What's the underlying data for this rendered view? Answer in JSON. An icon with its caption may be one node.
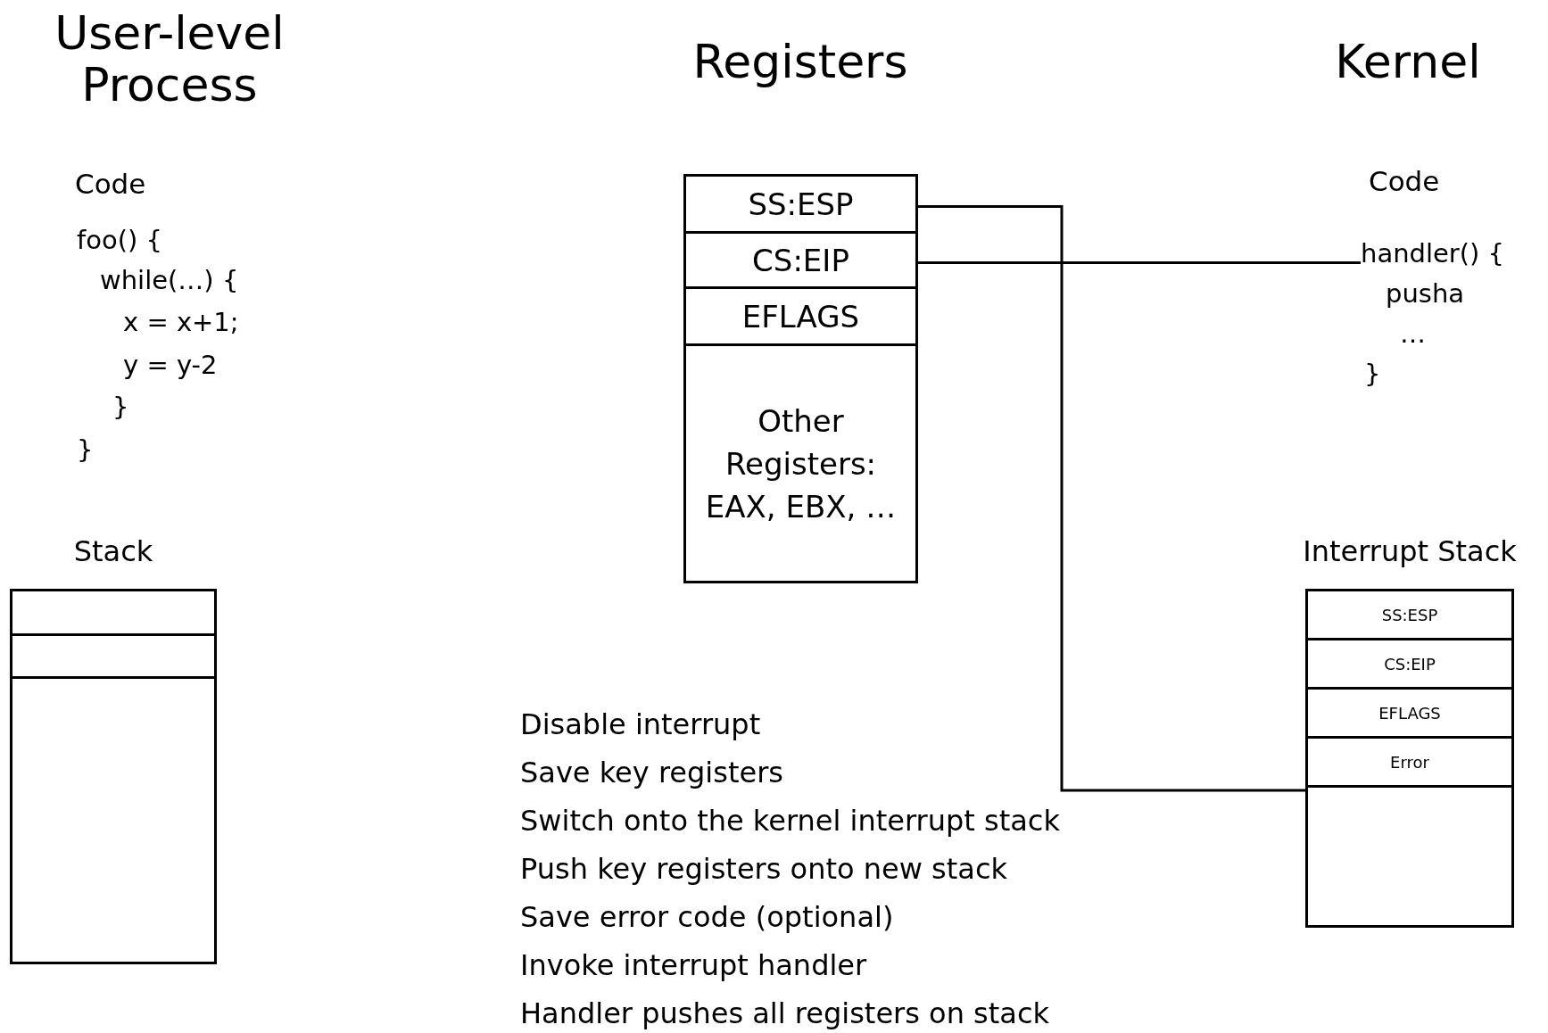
{
  "diagram": {
    "nodes": [
      {
        "text": [
          "Stack"
        ]
      },
      {
        "text": [],
        "shape": "box",
        "in": 0
      },
      {
        "text": [],
        "shape": "box",
        "in": 0
      },
      {
        "text": [],
        "shape": "box",
        "in": 0
      },
      {
        "text": [],
        "shape": "box"
      },
      {
        "text": [
          "SS:ESP"
        ],
        "in": 4
      },
      {
        "text": [
          "CS:EIP"
        ],
        "in": 4
      },
      {
        "text": [
          "EFLAGS"
        ],
        "in": 4
      },
      {
        "text": [
          "Other Registers: EAX, EBX, …"
        ],
        "in": 4
      },
      {
        "text": [
          "handler() {",
          "pusha",
          "…",
          "}"
        ]
      },
      {
        "text": [
          "Interrupt Stack"
        ]
      },
      {
        "text": [
          "SS:ESP"
        ],
        "in": 10
      },
      {
        "text": [
          "CS:EIP"
        ],
        "in": 10
      },
      {
        "text": [
          "EFLAGS"
        ],
        "in": 10
      },
      {
        "text": [
          "Error"
        ],
        "in": 10
      },
      {
        "text": [],
        "shape": "box",
        "in": 10
      }
    ],
    "edges": [
      {
        "from": 5,
        "to": 15,
        "arrow": "none"
      },
      {
        "from": 6,
        "to": 9,
        "arrow": "none"
      }
    ],
    "labels": [
      "User-level Process",
      "Registers",
      "Kernel",
      "Code",
      "foo() {",
      "while(…) {",
      "x = x+1;",
      "y = y-2",
      "}",
      "}",
      "Code",
      "Disable interrupt",
      "Save key registers",
      "Switch onto the kernel interrupt stack",
      "Push key registers onto new stack",
      "Save error code (optional)",
      "Invoke interrupt handler",
      "Handler pushes all registers on stack"
    ]
  }
}
